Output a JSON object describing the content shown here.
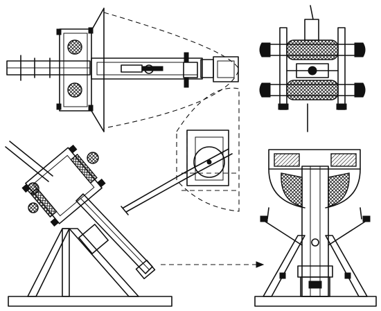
{
  "figure": {
    "views": [
      {
        "id": "top-left",
        "name": "plan-view"
      },
      {
        "id": "top-right",
        "name": "spring-bundle-view"
      },
      {
        "id": "center",
        "name": "arm-swing-detail"
      },
      {
        "id": "bottom-left",
        "name": "side-elevation"
      },
      {
        "id": "bottom-right",
        "name": "front-elevation"
      }
    ],
    "annotations": [
      {
        "name": "arrow-to-front-elevation",
        "kind": "dashed-arrow"
      }
    ]
  }
}
